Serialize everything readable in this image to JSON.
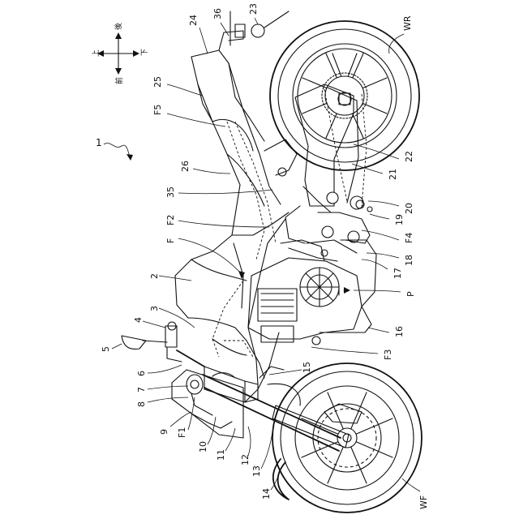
{
  "figure": {
    "orientation": {
      "up": "上",
      "rear": "後",
      "down": "下",
      "front": "前"
    },
    "figure_ref": "1",
    "labels": [
      {
        "id": "n24",
        "text": "24"
      },
      {
        "id": "n36",
        "text": "36"
      },
      {
        "id": "n23",
        "text": "23"
      },
      {
        "id": "nWR",
        "text": "WR"
      },
      {
        "id": "n25",
        "text": "25"
      },
      {
        "id": "nF5",
        "text": "F5"
      },
      {
        "id": "n26",
        "text": "26"
      },
      {
        "id": "n35",
        "text": "35"
      },
      {
        "id": "nF2",
        "text": "F2"
      },
      {
        "id": "nF",
        "text": "F"
      },
      {
        "id": "n2",
        "text": "2"
      },
      {
        "id": "n3",
        "text": "3"
      },
      {
        "id": "n4",
        "text": "4"
      },
      {
        "id": "n5",
        "text": "5"
      },
      {
        "id": "n6",
        "text": "6"
      },
      {
        "id": "n7",
        "text": "7"
      },
      {
        "id": "n8",
        "text": "8"
      },
      {
        "id": "n9",
        "text": "9"
      },
      {
        "id": "nF1",
        "text": "F1"
      },
      {
        "id": "n10",
        "text": "10"
      },
      {
        "id": "n11",
        "text": "11"
      },
      {
        "id": "n12",
        "text": "12"
      },
      {
        "id": "n13",
        "text": "13"
      },
      {
        "id": "n14",
        "text": "14"
      },
      {
        "id": "n15",
        "text": "15"
      },
      {
        "id": "nWF",
        "text": "WF"
      },
      {
        "id": "n22",
        "text": "22"
      },
      {
        "id": "n21",
        "text": "21"
      },
      {
        "id": "n20",
        "text": "20"
      },
      {
        "id": "n19",
        "text": "19"
      },
      {
        "id": "nF4",
        "text": "F4"
      },
      {
        "id": "n18",
        "text": "18"
      },
      {
        "id": "n17",
        "text": "17"
      },
      {
        "id": "nP",
        "text": "P"
      },
      {
        "id": "n16",
        "text": "16"
      },
      {
        "id": "nF3",
        "text": "F3"
      }
    ]
  }
}
